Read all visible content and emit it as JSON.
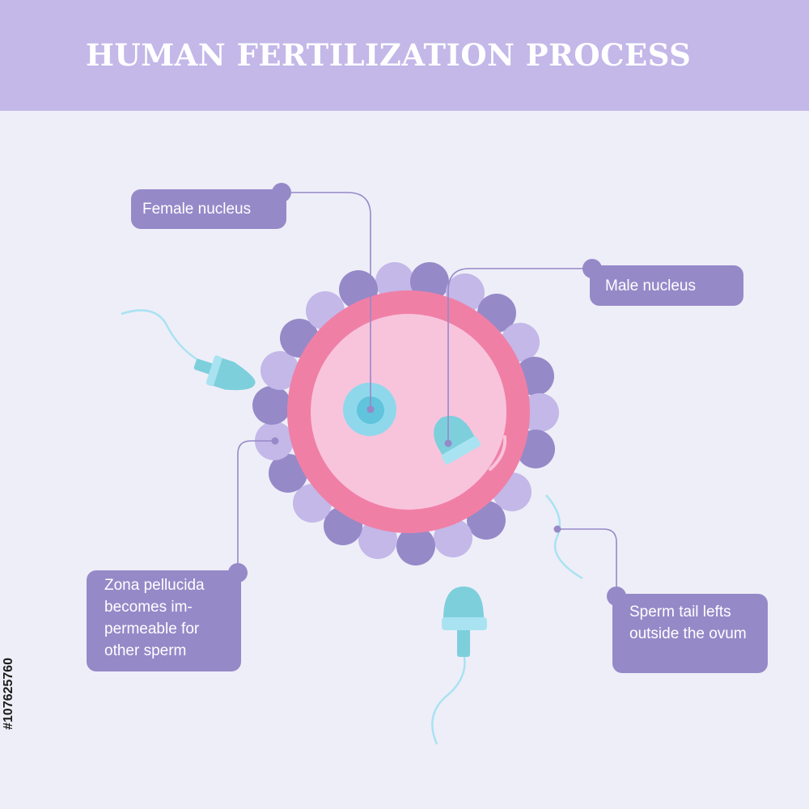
{
  "title": "HUMAN FERTILIZATION PROCESS",
  "labels": {
    "female_nucleus": "Female nucleus",
    "male_nucleus": "Male nucleus",
    "zona_pellucida": "Zona pellucida becomes im-permeable for other sperm",
    "sperm_tail": "Sperm tail lefts outside the ovum"
  },
  "stock_id": "#107625760",
  "colors": {
    "banner": "#c3b8e8",
    "background": "#eeeef8",
    "callout": "#9689c8",
    "ovum_ring": "#f07fa6",
    "ovum_inner": "#f8c4dc",
    "corona_dark": "#9689c8",
    "corona_light": "#c3b8e8",
    "sperm": "#7dcfdc",
    "sperm_tail": "#a9e3f1"
  }
}
